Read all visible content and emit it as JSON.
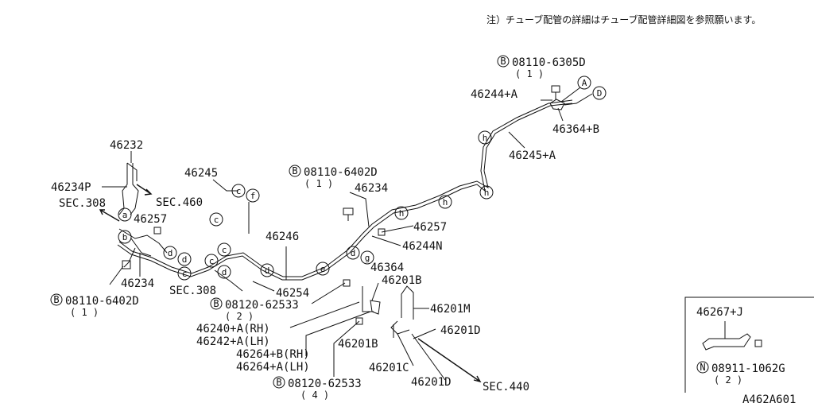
{
  "note": "注）チューブ配管の詳細はチューブ配管詳細図を参照願います。",
  "diagram_id": "A462A601",
  "parts": {
    "p46232": "46232",
    "p46234P": "46234P",
    "sec460": "SEC.460",
    "sec308a": "SEC.308",
    "p46257a": "46257",
    "p46245": "46245",
    "p46246": "46246",
    "p46234a": "46234",
    "bolt_a_num": "08110-6402D",
    "bolt_a_qty": "( 1 )",
    "sec308b": "SEC.308",
    "p46254": "46254",
    "bolt_b_num": "08110-6402D",
    "bolt_b_qty": "( 1 )",
    "p46234b": "46234",
    "p46257b": "46257",
    "p46244N": "46244N",
    "p46364a": "46364",
    "p46201Ba": "46201B",
    "p46201M": "46201M",
    "bolt_c_num": "08120-62533",
    "bolt_c_qty": "( 2 )",
    "p46240A": "46240+A(RH)",
    "p46242A": "46242+A(LH)",
    "p46264B": "46264+B(RH)",
    "p46264A": "46264+A(LH)",
    "p46201Bb": "46201B",
    "p46201D_a": "46201D",
    "p46201C": "46201C",
    "p46201D_b": "46201D",
    "bolt_d_num": "08120-62533",
    "bolt_d_qty": "( 4 )",
    "sec440": "SEC.440",
    "bolt_e_num": "08110-6305D",
    "bolt_e_qty": "( 1 )",
    "p46244A": "46244+A",
    "p46364B": "46364+B",
    "p46245A": "46245+A"
  },
  "inset": {
    "part": "46267+J",
    "nut_num": "08911-1062G",
    "nut_qty": "( 2 )",
    "nut_symbol": "N"
  },
  "bolt_symbol": "B",
  "callouts": {
    "a": "a",
    "b": "b",
    "c": "c",
    "d": "d",
    "e": "e",
    "f": "f",
    "g": "g",
    "h": "h",
    "A": "A",
    "D": "D"
  }
}
